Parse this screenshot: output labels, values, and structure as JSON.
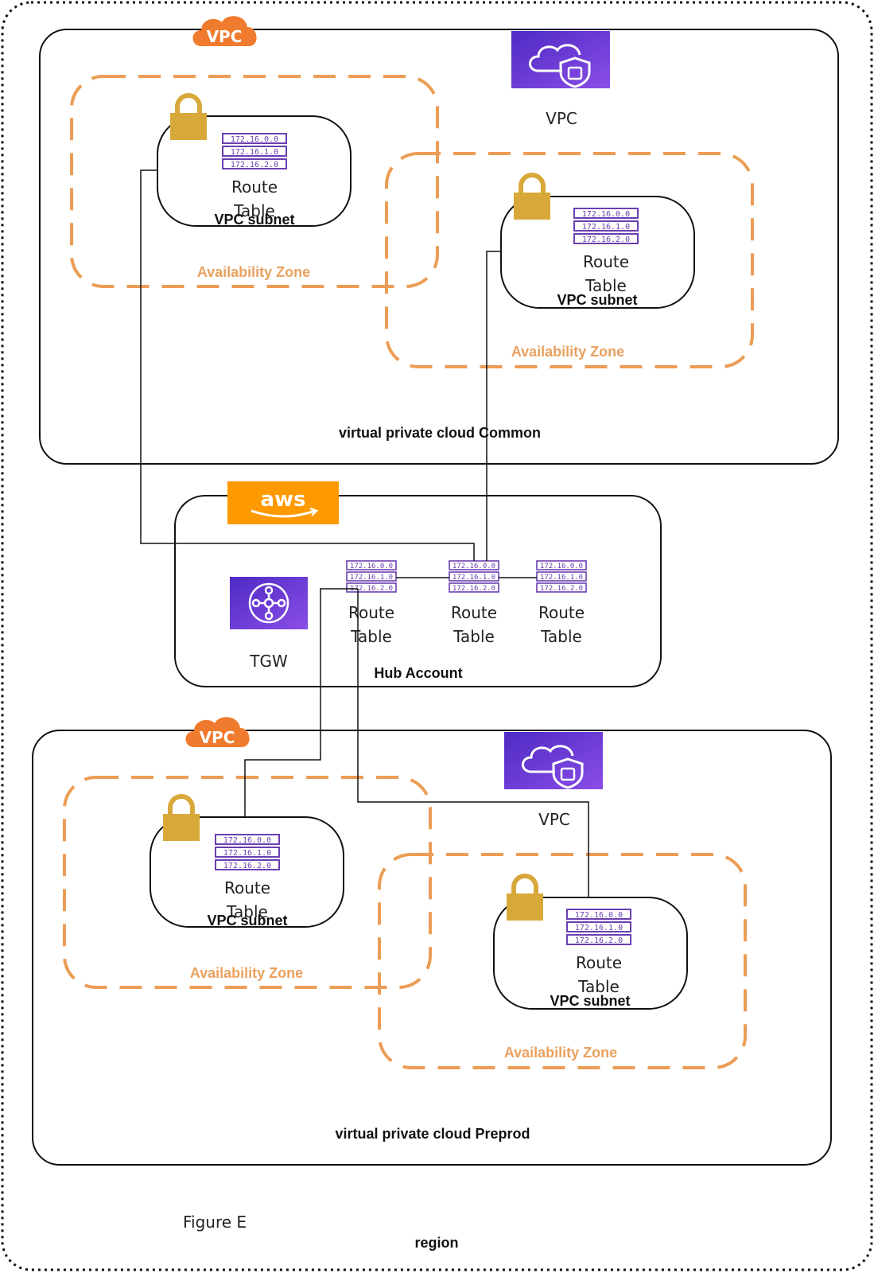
{
  "region": {
    "label": "region"
  },
  "figure_caption": "Figure E",
  "vpc_common": {
    "badge": "VPC",
    "icon_label": "VPC",
    "name": "virtual private cloud Common",
    "az": [
      {
        "label": "Availability Zone",
        "subnet_label": "VPC subnet",
        "route_label_1": "Route",
        "route_label_2": "Table",
        "ips": [
          "172.16.0.0",
          "172.16.1.0",
          "172.16.2.0"
        ]
      },
      {
        "label": "Availability Zone",
        "subnet_label": "VPC subnet",
        "route_label_1": "Route",
        "route_label_2": "Table",
        "ips": [
          "172.16.0.0",
          "172.16.1.0",
          "172.16.2.0"
        ]
      }
    ]
  },
  "hub": {
    "aws_logo": "aws",
    "name": "Hub Account",
    "tgw_label": "TGW",
    "route_tables": [
      {
        "label_1": "Route",
        "label_2": "Table",
        "ips": [
          "172.16.0.0",
          "172.16.1.0",
          "172.16.2.0"
        ]
      },
      {
        "label_1": "Route",
        "label_2": "Table",
        "ips": [
          "172.16.0.0",
          "172.16.1.0",
          "172.16.2.0"
        ]
      },
      {
        "label_1": "Route",
        "label_2": "Table",
        "ips": [
          "172.16.0.0",
          "172.16.1.0",
          "172.16.2.0"
        ]
      }
    ]
  },
  "vpc_preprod": {
    "badge": "VPC",
    "icon_label": "VPC",
    "name": "virtual private cloud Preprod",
    "az": [
      {
        "label": "Availability Zone",
        "subnet_label": "VPC subnet",
        "route_label_1": "Route",
        "route_label_2": "Table",
        "ips": [
          "172.16.0.0",
          "172.16.1.0",
          "172.16.2.0"
        ]
      },
      {
        "label": "Availability Zone",
        "subnet_label": "VPC subnet",
        "route_label_1": "Route",
        "route_label_2": "Table",
        "ips": [
          "172.16.0.0",
          "172.16.1.0",
          "172.16.2.0"
        ]
      }
    ]
  },
  "colors": {
    "az_dash": "#ec9d55",
    "vpc_badge": "#f07b2e",
    "aws_logo_bg": "#ff9900",
    "purple_icon": "#6c36d6",
    "lock": "#d8a83a",
    "ip_stroke": "#6a3fb0"
  }
}
